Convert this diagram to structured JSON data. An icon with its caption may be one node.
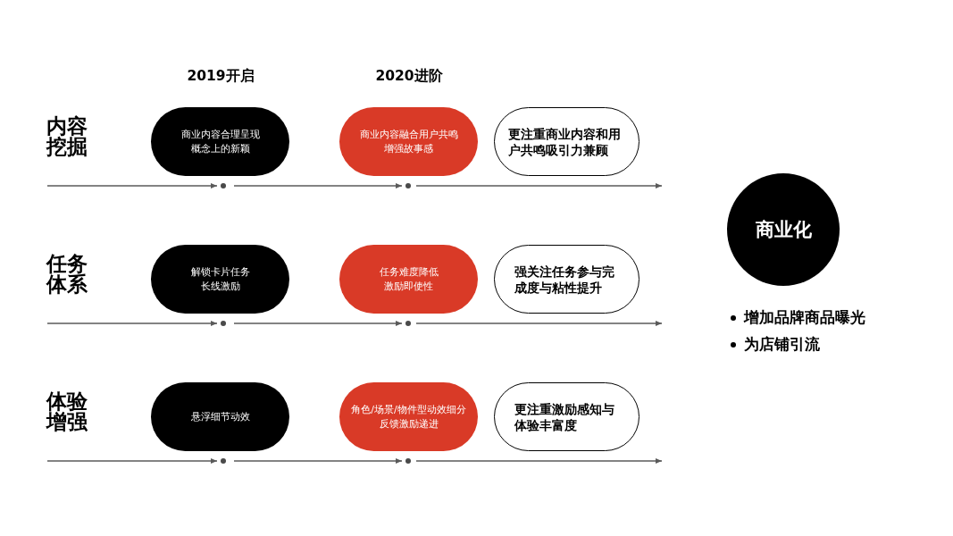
{
  "diagram": {
    "nodes": [
      {
        "text": [
          "商业内容合理呈现概念上的新颖"
        ]
      },
      {
        "text": [
          "商业内容融合用户共鸣增强故事感"
        ]
      },
      {
        "text": [
          "更注重商业内容和用户共鸣吸引力兼顾"
        ]
      },
      {
        "text": [
          "解锁卡片任务长线激励"
        ]
      },
      {
        "text": [
          "任务难度降低激励即使性"
        ]
      },
      {
        "text": [
          "强关注任务参与完成度与粘性提升"
        ]
      },
      {
        "text": [
          "悬浮细节动效"
        ]
      },
      {
        "text": [
          "角色/场景/物件型动效细分反馈激励递进"
        ]
      },
      {
        "text": [
          "更注重激励感知与体验丰富度"
        ]
      },
      {
        "text": [
          "商业化"
        ]
      }
    ],
    "labels": [
      "2019开启",
      "2020进阶",
      "内容挖掘",
      "任务体系",
      "体验增强",
      "增加品牌商品曝光",
      "为店铺引流"
    ]
  }
}
